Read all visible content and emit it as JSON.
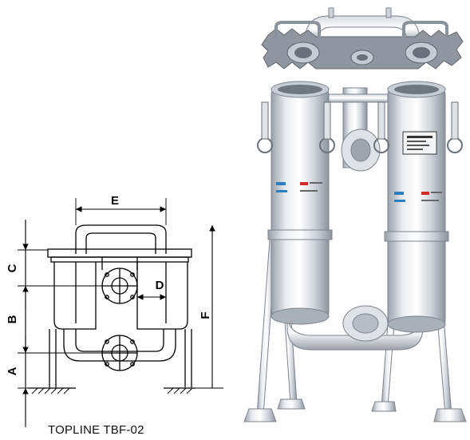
{
  "dimension_labels": {
    "a": "A",
    "b": "B",
    "c": "C",
    "d": "D",
    "e": "E",
    "f": "F"
  },
  "caption": "TOPLINE TBF-02",
  "colors": {
    "line": "#000000",
    "steel_light": "#eef0f3",
    "steel_mid": "#c5cbd2",
    "steel_dark": "#8a929c",
    "brand_blue": "#2a7fc1",
    "brand_red": "#d02a2a"
  }
}
